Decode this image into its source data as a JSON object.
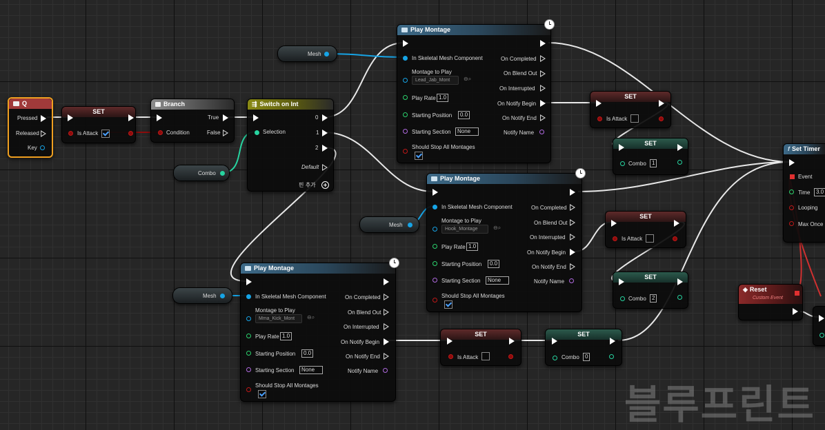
{
  "input_key": {
    "title": "Q",
    "pressed": "Pressed",
    "released": "Released",
    "key": "Key"
  },
  "set_attack_1": {
    "title": "SET",
    "var": "Is Attack"
  },
  "branch": {
    "title": "Branch",
    "condition": "Condition",
    "true": "True",
    "false": "False"
  },
  "switch": {
    "title": "Switch on Int",
    "selection": "Selection",
    "pin0": "0",
    "pin1": "1",
    "pin2": "2",
    "default": "Default",
    "add_pin": "핀 추가"
  },
  "combo_var": {
    "label": "Combo"
  },
  "mesh_var_1": {
    "label": "Mesh"
  },
  "mesh_var_2": {
    "label": "Mesh"
  },
  "mesh_var_3": {
    "label": "Mesh"
  },
  "pm_common": {
    "title": "Play Montage",
    "in_mesh": "In Skeletal Mesh Component",
    "montage_to_play": "Montage to Play",
    "play_rate": "Play Rate",
    "play_rate_val": "1.0",
    "starting_position": "Starting Position",
    "starting_position_val": "0.0",
    "starting_section": "Starting Section",
    "starting_section_val": "None",
    "stop_all": "Should Stop All Montages",
    "on_completed": "On Completed",
    "on_blend_out": "On Blend Out",
    "on_interrupted": "On Interrupted",
    "on_notify_begin": "On Notify Begin",
    "on_notify_end": "On Notify End",
    "notify_name": "Notify Name"
  },
  "pm1": {
    "montage": "Lead_Jab_Mont"
  },
  "pm2": {
    "montage": "Hook_Montage"
  },
  "pm3": {
    "montage": "Mma_Kick_Mont"
  },
  "set_attack_2": {
    "title": "SET",
    "var": "Is Attack"
  },
  "set_combo_1": {
    "title": "SET",
    "var": "Combo",
    "val": "1"
  },
  "set_attack_3": {
    "title": "SET",
    "var": "Is Attack"
  },
  "set_combo_2": {
    "title": "SET",
    "var": "Combo",
    "val": "2"
  },
  "set_attack_4": {
    "title": "SET",
    "var": "Is Attack"
  },
  "set_combo_3": {
    "title": "SET",
    "var": "Combo",
    "val": "0"
  },
  "set_timer": {
    "title": "Set Timer",
    "event": "Event",
    "time": "Time",
    "time_val": "3.0",
    "looping": "Looping",
    "max_once": "Max Once"
  },
  "reset": {
    "title": "Reset",
    "subtitle": "Custom Event"
  },
  "watermark": "블루프린트",
  "colors": {
    "exec": "#ffffff",
    "object": "#16a4e6",
    "bool": "#8c0c0c",
    "int": "#27d4a0",
    "float": "#2bd26e",
    "name": "#b06ae0"
  }
}
